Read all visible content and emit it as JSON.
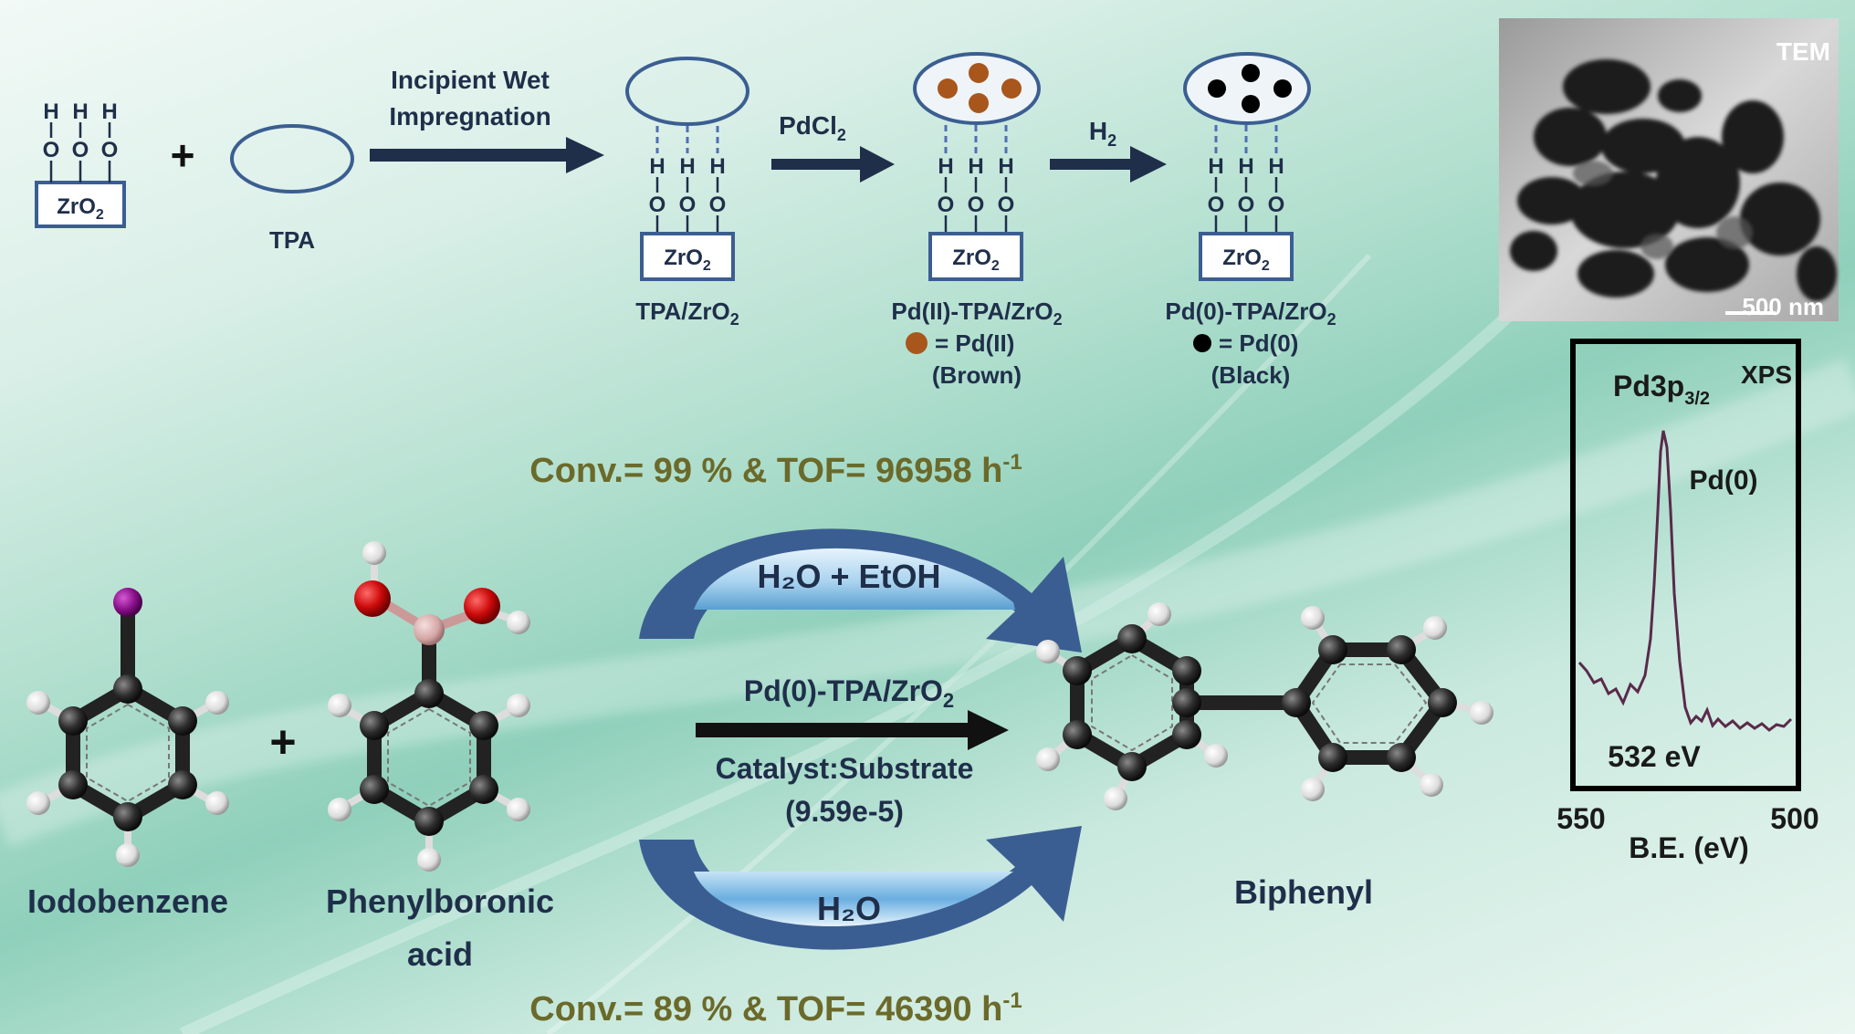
{
  "scheme": {
    "support": "ZrO",
    "support_sub": "2",
    "h_label": "H",
    "o_label": "O",
    "plus": "+",
    "tpa_label": "TPA",
    "step1_line1": "Incipient Wet",
    "step1_line2": "Impregnation",
    "step2_reagent": "PdCl",
    "step2_sub": "2",
    "step3_reagent": "H",
    "step3_sub": "2",
    "stage1_label": "TPA/ZrO",
    "stage2_label": "Pd(II)-TPA/ZrO",
    "stage2_legend": "= Pd(II)",
    "stage2_color": "(Brown)",
    "stage3_label": "Pd(0)-TPA/ZrO",
    "stage3_legend": "= Pd(0)",
    "stage3_color": "(Black)",
    "pd2_color": "#a8561c",
    "pd0_color": "#000000"
  },
  "tem": {
    "label": "TEM",
    "scale": "500 nm"
  },
  "xps": {
    "label": "XPS",
    "peak_main": "Pd3p",
    "peak_sub": "3/2",
    "state": "Pd(0)",
    "energy": "532 eV",
    "axis_left": "550",
    "axis_right": "500",
    "axis_label": "B.E. (eV)"
  },
  "reaction": {
    "conv_top_main": "Conv.= 99 % & TOF= 96958 h",
    "conv_top_sup": "-1",
    "solvent_top": "H₂O + EtOH",
    "catalyst": "Pd(0)-TPA/ZrO",
    "catalyst_sub": "2",
    "ratio_label": "Catalyst:Substrate",
    "ratio_value": "(9.59e-5)",
    "solvent_bottom": "H₂O",
    "conv_bottom_main": "Conv.= 89 % & TOF= 46390 h",
    "conv_bottom_sup": "-1",
    "reactant1": "Iodobenzene",
    "reactant2_line1": "Phenylboronic",
    "reactant2_line2": "acid",
    "product": "Biphenyl",
    "arrow_color": "#3b5e92",
    "text_olive": "#6b6a2a",
    "text_navy": "#1f2f4a"
  }
}
